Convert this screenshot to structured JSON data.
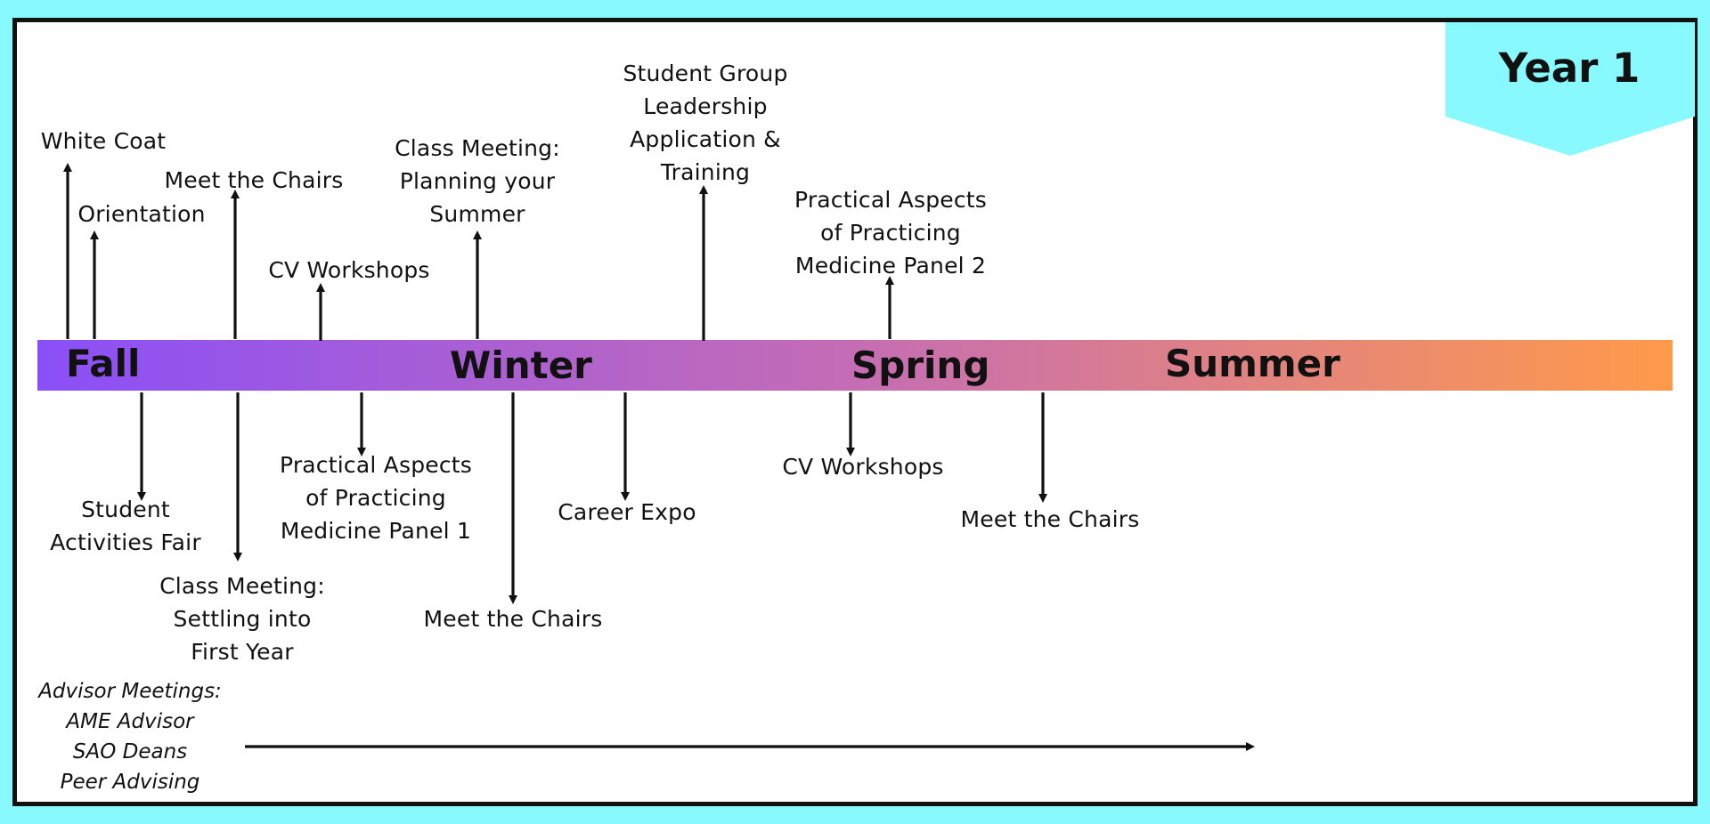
{
  "year_label": "Year 1",
  "seasons": [
    "Fall",
    "Winter",
    "Spring",
    "Summer"
  ],
  "events_above": [
    {
      "lines": [
        "White Coat"
      ]
    },
    {
      "lines": [
        "Orientation"
      ]
    },
    {
      "lines": [
        "Meet the Chairs"
      ]
    },
    {
      "lines": [
        "CV Workshops"
      ]
    },
    {
      "lines": [
        "Class Meeting:",
        "Planning your",
        "Summer"
      ]
    },
    {
      "lines": [
        "Student Group",
        "Leadership",
        "Application &",
        "Training"
      ]
    },
    {
      "lines": [
        "Practical Aspects",
        "of Practicing",
        "Medicine Panel 2"
      ]
    }
  ],
  "events_below": [
    {
      "lines": [
        "Student",
        "Activities Fair"
      ]
    },
    {
      "lines": [
        "Class Meeting:",
        "Settling into",
        "First Year"
      ]
    },
    {
      "lines": [
        "Practical Aspects",
        "of Practicing",
        "Medicine Panel 1"
      ]
    },
    {
      "lines": [
        "Meet the Chairs"
      ]
    },
    {
      "lines": [
        "Career Expo"
      ]
    },
    {
      "lines": [
        "CV Workshops"
      ]
    },
    {
      "lines": [
        "Meet the Chairs"
      ]
    }
  ],
  "advisor": {
    "lines": [
      "Advisor Meetings:",
      "AME Advisor",
      "SAO Deans",
      "Peer Advising"
    ]
  },
  "colors": {
    "background": "#87F9FF",
    "badge": "#87F9FF",
    "gradient_start": "#8A4FF7",
    "gradient_mid": "#C56DB4",
    "gradient_end": "#FF9A4A",
    "ink": "#111111"
  }
}
